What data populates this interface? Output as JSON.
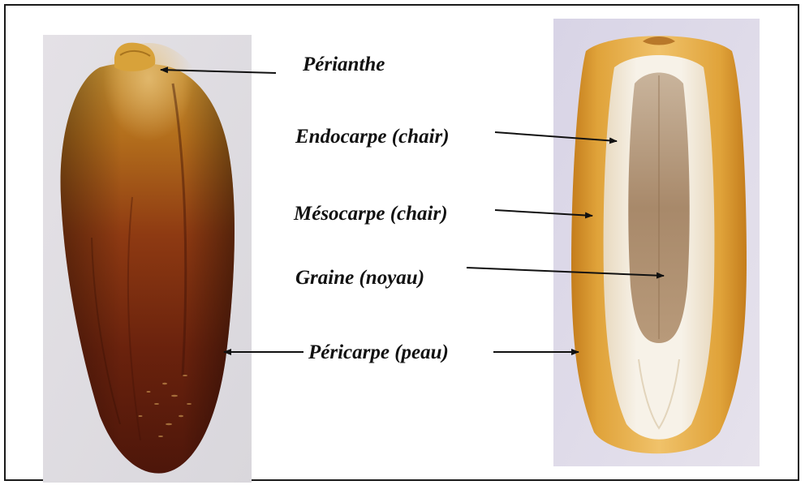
{
  "labels": {
    "perianthe": "Périanthe",
    "endocarpe": "Endocarpe (chair)",
    "mesocarpe": "Mésocarpe (chair)",
    "graine": "Graine (noyau)",
    "pericarpe": "Péricarpe (peau)"
  },
  "photos": {
    "left": "whole-date-fruit",
    "right": "sectioned-date-fruit"
  },
  "colors": {
    "label_text": "#111111",
    "arrow": "#111111",
    "frame": "#1a1a1a",
    "skin_dark": "#5a1c0c",
    "skin_amber": "#c98a2a",
    "flesh_white": "#f3ede2",
    "seed_brown": "#9a7a5a"
  }
}
